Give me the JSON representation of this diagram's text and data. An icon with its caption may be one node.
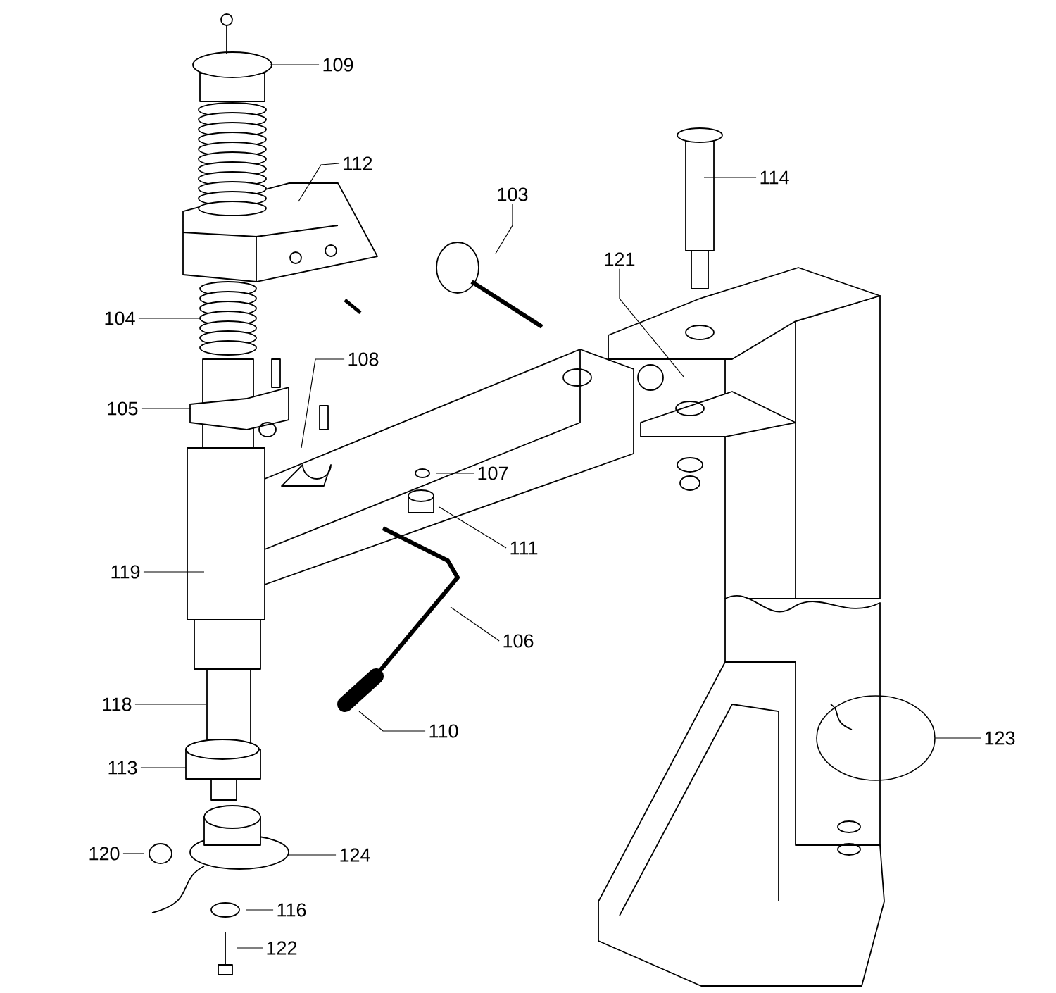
{
  "diagram": {
    "nodes": [
      {
        "text": [
          "109"
        ]
      },
      {
        "text": [
          "112"
        ]
      },
      {
        "text": [
          "114"
        ]
      },
      {
        "text": [
          "103"
        ]
      },
      {
        "text": [
          "121"
        ]
      },
      {
        "text": [
          "104"
        ]
      },
      {
        "text": [
          "108"
        ]
      },
      {
        "text": [
          "105"
        ]
      },
      {
        "text": [
          "107"
        ]
      },
      {
        "text": [
          "111"
        ]
      },
      {
        "text": [
          "119"
        ]
      },
      {
        "text": [
          "106"
        ]
      },
      {
        "text": [
          "118"
        ]
      },
      {
        "text": [
          "110"
        ]
      },
      {
        "text": [
          "123"
        ]
      },
      {
        "text": [],
        "shape": "circle"
      },
      {
        "text": [
          "113"
        ]
      },
      {
        "text": [
          "120"
        ]
      },
      {
        "text": [
          "124"
        ]
      },
      {
        "text": [
          "116"
        ]
      },
      {
        "text": [
          "122"
        ]
      }
    ],
    "edges": [
      {
        "from": 0,
        "to": null,
        "arrow": "none"
      },
      {
        "from": 1,
        "to": null,
        "arrow": "none"
      },
      {
        "from": 2,
        "to": null,
        "arrow": "none"
      },
      {
        "from": 3,
        "to": null,
        "arrow": "none"
      },
      {
        "from": 4,
        "to": null,
        "arrow": "none"
      },
      {
        "from": 5,
        "to": null,
        "arrow": "none"
      },
      {
        "from": 6,
        "to": null,
        "arrow": "none"
      },
      {
        "from": 7,
        "to": null,
        "arrow": "none"
      },
      {
        "from": 8,
        "to": null,
        "arrow": "none"
      },
      {
        "from": 9,
        "to": null,
        "arrow": "none"
      },
      {
        "from": 10,
        "to": null,
        "arrow": "none"
      },
      {
        "from": 11,
        "to": null,
        "arrow": "none"
      },
      {
        "from": 12,
        "to": null,
        "arrow": "none"
      },
      {
        "from": 13,
        "to": null,
        "arrow": "none"
      },
      {
        "from": 14,
        "to": 15,
        "arrow": "none"
      },
      {
        "from": 16,
        "to": null,
        "arrow": "none"
      },
      {
        "from": 17,
        "to": null,
        "arrow": "none"
      },
      {
        "from": 18,
        "to": null,
        "arrow": "none"
      },
      {
        "from": 19,
        "to": null,
        "arrow": "none"
      },
      {
        "from": 20,
        "to": null,
        "arrow": "none"
      }
    ]
  }
}
